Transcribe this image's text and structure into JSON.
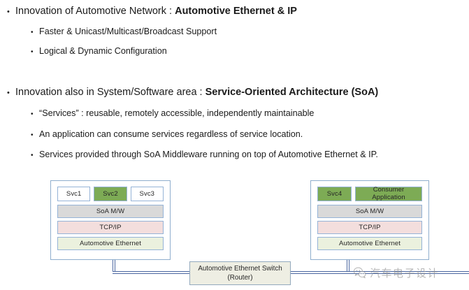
{
  "slide": {
    "bullets": [
      {
        "level": 1,
        "marker": "•",
        "text_plain": "Innovation of Automotive Network : ",
        "text_bold": "Automotive Ethernet & IP"
      },
      {
        "level": 2,
        "marker": "•",
        "text_plain": "Faster & Unicast/Multicast/Broadcast Support",
        "text_bold": ""
      },
      {
        "level": 2,
        "marker": "•",
        "text_plain": "Logical & Dynamic Configuration",
        "text_bold": ""
      },
      {
        "level": 1,
        "marker": "•",
        "text_plain": "Innovation also in System/Software area : ",
        "text_bold": "Service-Oriented Architecture (SoA)"
      },
      {
        "level": 2,
        "marker": "•",
        "text_plain": "“Services” : reusable, remotely accessible, independently maintainable",
        "text_bold": ""
      },
      {
        "level": 2,
        "marker": "•",
        "text_plain": "An application can consume services regardless of service location.",
        "text_bold": ""
      },
      {
        "level": 2,
        "marker": "•",
        "text_plain": "Services provided through SoA Middleware running on top of Automotive Ethernet & IP.",
        "text_bold": ""
      }
    ]
  },
  "diagram": {
    "left_node": {
      "services": [
        {
          "label": "Svc1",
          "highlighted": false
        },
        {
          "label": "Svc2",
          "highlighted": true
        },
        {
          "label": "Svc3",
          "highlighted": false
        }
      ],
      "layers": [
        {
          "label": "SoA M/W",
          "color": "#d9d9d9"
        },
        {
          "label": "TCP/IP",
          "color": "#f3dedd"
        },
        {
          "label": "Automotive Ethernet",
          "color": "#ebf1de"
        }
      ]
    },
    "right_node": {
      "services": [
        {
          "label": "Svc4",
          "label2": "",
          "highlighted": true
        },
        {
          "label": "Consumer",
          "label2": "Application",
          "highlighted": true
        }
      ],
      "layers": [
        {
          "label": "SoA M/W",
          "color": "#d9d9d9"
        },
        {
          "label": "TCP/IP",
          "color": "#f3dedd"
        },
        {
          "label": "Automotive Ethernet",
          "color": "#ebf1de"
        }
      ]
    },
    "switch": {
      "line1": "Automotive Ethernet Switch",
      "line2": "(Router)"
    }
  },
  "watermark": {
    "icon": "wechat-icon",
    "text": "汽车电子设计"
  },
  "colors": {
    "service_highlight": "#7dab55",
    "middleware": "#d9d9d9",
    "tcpip": "#f3dedd",
    "ethernet": "#ebf1de",
    "node_border": "#8faecd",
    "connector": "#4a66a0",
    "switch_fill": "#eeeee3"
  }
}
